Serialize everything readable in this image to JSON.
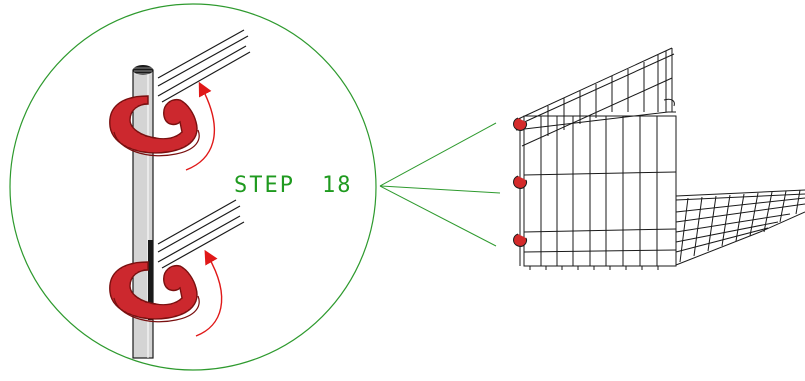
{
  "step": {
    "word": "STEP",
    "number": "18"
  },
  "colors": {
    "callout_line": "#2e9a2e",
    "label_text": "#1f9a1f",
    "clip_fill": "#e8323a",
    "clip_stroke": "#7a1010",
    "arrow": "#e01818",
    "rod": "#d4d4d4",
    "wire": "#1a1a1a",
    "clip_accent": "#d42a2a"
  },
  "icons": {
    "detail": "magnifier-circle",
    "assembly": "wire-basket-assembly",
    "rotation": "curved-arrow"
  }
}
